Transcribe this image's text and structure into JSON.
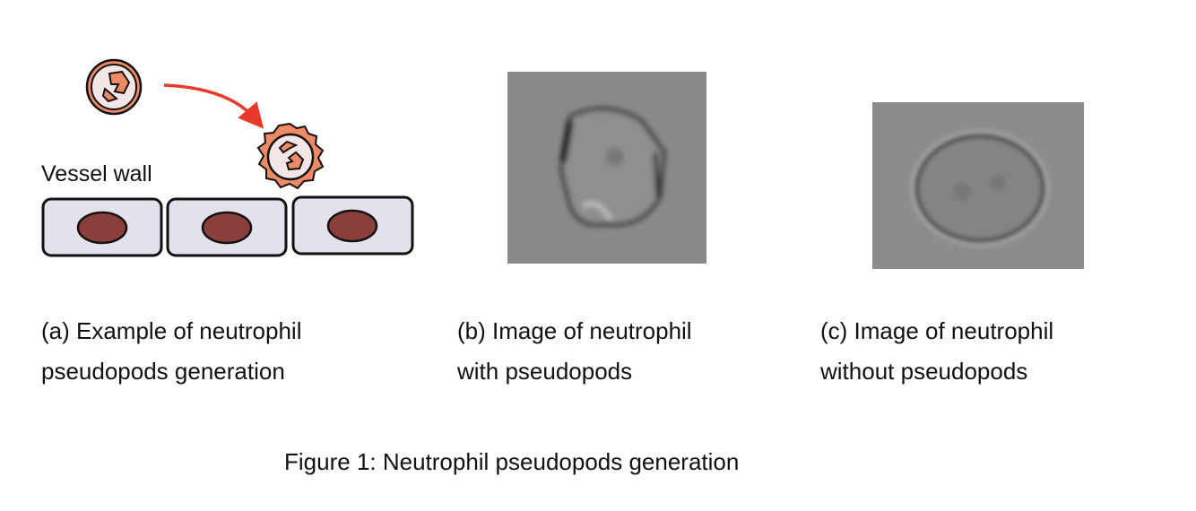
{
  "panel_a": {
    "label": "Vessel wall",
    "caption_line1": "(a) Example of neutrophil",
    "caption_line2": "pseudopods  generation",
    "colors": {
      "arrow": "#e8392a",
      "cell_fill": "#ef8a67",
      "cell_inner": "#f3e6e4",
      "endothelium": "#e4e0ec",
      "nucleus": "#8b3f3b"
    }
  },
  "panel_b": {
    "caption_line1": "(b) Image of neutrophil",
    "caption_line2": "with  pseudopods"
  },
  "panel_c": {
    "caption_line1": "(c) Image of neutrophil",
    "caption_line2": "without  pseudopods"
  },
  "figure_caption": "Figure  1: Neutrophil  pseudopods  generation"
}
